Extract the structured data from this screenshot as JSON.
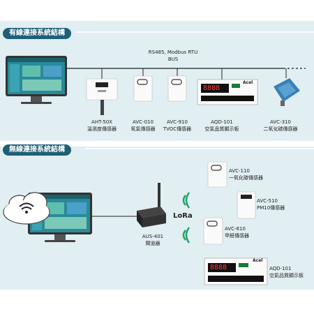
{
  "wired_title": "有線連接系統結構",
  "wireless_title": "無線連接系統結構",
  "bus": {
    "protocol": "RS485, Modbus RTU",
    "name": "BUS"
  },
  "wired_devices": [
    {
      "model": "AHT-50X",
      "desc": "溫濕度傳感器"
    },
    {
      "model": "AVC-010",
      "desc": "氧氣傳感器"
    },
    {
      "model": "AVC-910",
      "desc": "TVOC傳感器"
    },
    {
      "model": "AQD-101",
      "desc": "空氣品質顯示板"
    },
    {
      "model": "AVC-310",
      "desc": "二氧化碳傳感器"
    }
  ],
  "gateway": {
    "model": "AUS-401",
    "desc": "閘道器"
  },
  "lora_label": "LoRa",
  "wireless_devices": [
    {
      "model": "AVC-110",
      "desc": "一氧化碳傳感器"
    },
    {
      "model": "AVC-510",
      "desc": "PM10傳感器"
    },
    {
      "model": "AVC-810",
      "desc": "甲醛傳感器"
    },
    {
      "model": "AQD-101",
      "desc": "空氣品質顯示板"
    }
  ],
  "display_brand": "Acel",
  "display_digits": "8888",
  "colors": {
    "panel": "#e1eef2",
    "title_bg": "#1e5f78",
    "lora_wave": "#22a36a",
    "bus_line": "#222222"
  }
}
